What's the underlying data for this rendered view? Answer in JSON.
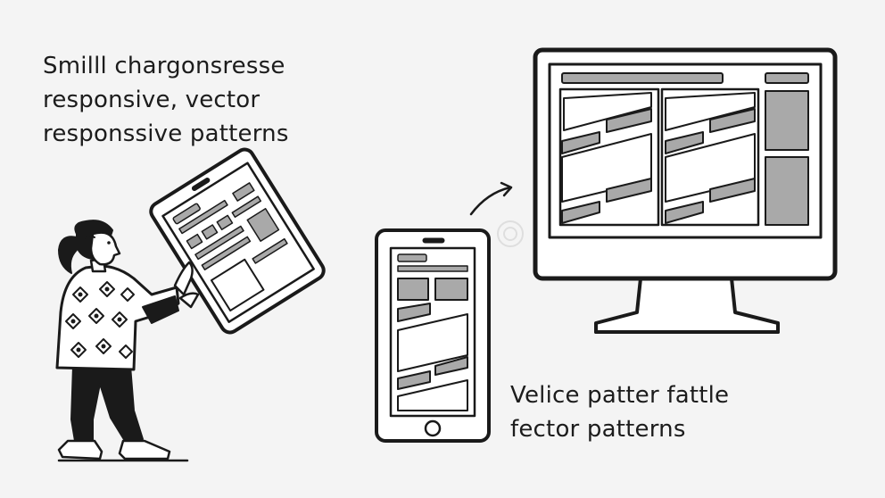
{
  "captions": {
    "top_lines": [
      "Smilll chargonsresse",
      "responsive,  vector",
      "responssive patterns"
    ],
    "bottom_lines": [
      "Velice patter fattle",
      "fector patterns"
    ]
  },
  "colors": {
    "background": "#f4f4f4",
    "ink": "#1a1a1a",
    "fill_gray": "#a9a9a9",
    "paper": "#ffffff"
  },
  "icons": [
    "person-illustration",
    "tablet-illustration",
    "phone-illustration",
    "monitor-illustration",
    "arrow-icon"
  ]
}
